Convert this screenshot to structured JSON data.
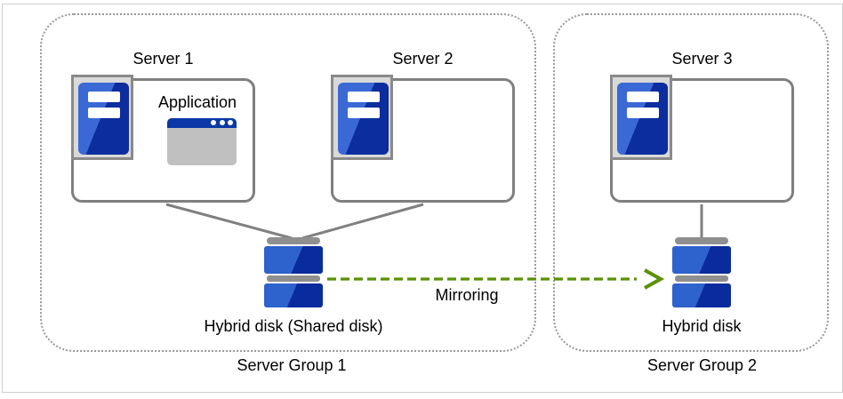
{
  "group1": {
    "label": "Server Group 1",
    "server1": {
      "label": "Server 1",
      "application_label": "Application"
    },
    "server2": {
      "label": "Server 2"
    },
    "disk_label": "Hybrid disk (Shared disk)"
  },
  "group2": {
    "label": "Server Group 2",
    "server3": {
      "label": "Server 3"
    },
    "disk_label": "Hybrid disk"
  },
  "arrow": {
    "label": "Mirroring"
  },
  "colors": {
    "server_blue_light": "#3a69d6",
    "server_blue_dark": "#0b2d9e",
    "window_title_blue": "#0a38a6",
    "connector_gray": "#808080",
    "group_border_gray": "#999999",
    "arrow_green": "#5b9104"
  },
  "icons": {
    "server": "server-tower-icon",
    "application": "app-window-icon",
    "disk": "hybrid-disk-icon"
  }
}
